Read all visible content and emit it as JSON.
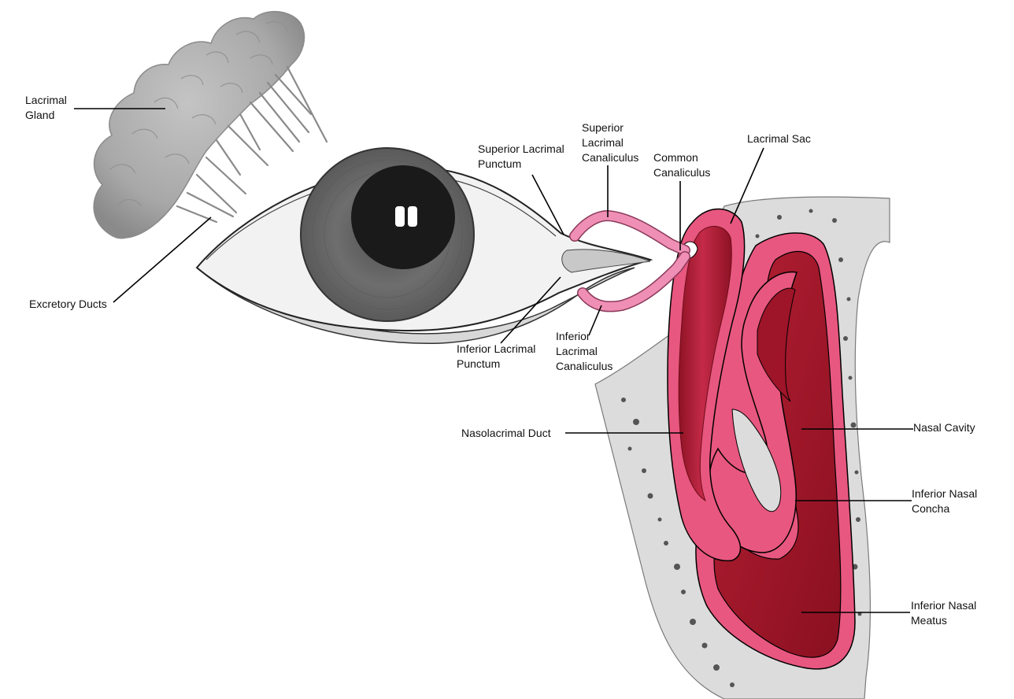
{
  "colors": {
    "gland": "#a9a9a9",
    "bone": "#dcdcdc",
    "mucosa_pink": "#e8577f",
    "mucosa_dark": "#a8182e",
    "canaliculus": "#f08fb5",
    "sclera": "#f2f2f2",
    "iris": "#6f6f6f",
    "pupil": "#1a1a1a",
    "leader_line": "#000000"
  },
  "labels": {
    "lacrimal_gland": [
      "Lacrimal",
      "Gland"
    ],
    "excretory_ducts": [
      "Excretory Ducts"
    ],
    "superior_lacrimal_punctum": [
      "Superior Lacrimal",
      "Punctum"
    ],
    "superior_lacrimal_canaliculus": [
      "Superior",
      "Lacrimal",
      "Canaliculus"
    ],
    "common_canaliculus": [
      "Common",
      "Canaliculus"
    ],
    "lacrimal_sac": [
      "Lacrimal Sac"
    ],
    "inferior_lacrimal_punctum": [
      "Inferior Lacrimal",
      "Punctum"
    ],
    "inferior_lacrimal_canaliculus": [
      "Inferior",
      "Lacrimal",
      "Canaliculus"
    ],
    "nasolacrimal_duct": [
      "Nasolacrimal Duct"
    ],
    "nasal_cavity": [
      "Nasal Cavity"
    ],
    "inferior_nasal_concha": [
      "Inferior Nasal",
      "Concha"
    ],
    "inferior_nasal_meatus": [
      "Inferior Nasal",
      "Meatus"
    ]
  }
}
